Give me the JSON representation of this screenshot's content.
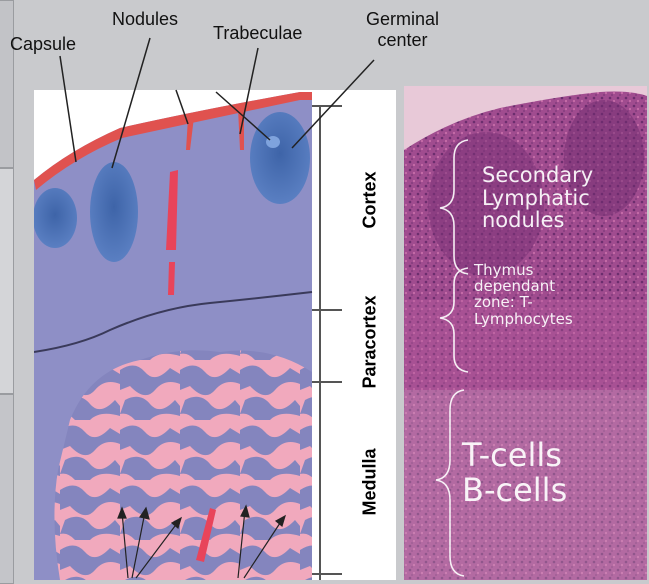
{
  "callouts": {
    "capsule": "Capsule",
    "nodules": "Nodules",
    "trabeculae": "Trabeculae",
    "germinal_center": [
      "Germinal",
      "center"
    ]
  },
  "zones": {
    "cortex": "Cortex",
    "paracortex": "Paracortex",
    "medulla": "Medulla"
  },
  "histology_labels": {
    "secondary": [
      "Secondary",
      "Lymphatic",
      "nodules"
    ],
    "thymus": [
      "Thymus",
      "dependant",
      "zone: T-",
      "Lymphocytes"
    ],
    "cells": [
      "T-cells",
      "B-cells"
    ]
  },
  "colors": {
    "background": "#c9cacd",
    "cortex_fill": "#8e8fc6",
    "nodule_fill": "#4f74ba",
    "capsule_red": "#e0524f",
    "medulla_pink": "#f1a9bd",
    "histology_purple": "#9c4a8c"
  }
}
